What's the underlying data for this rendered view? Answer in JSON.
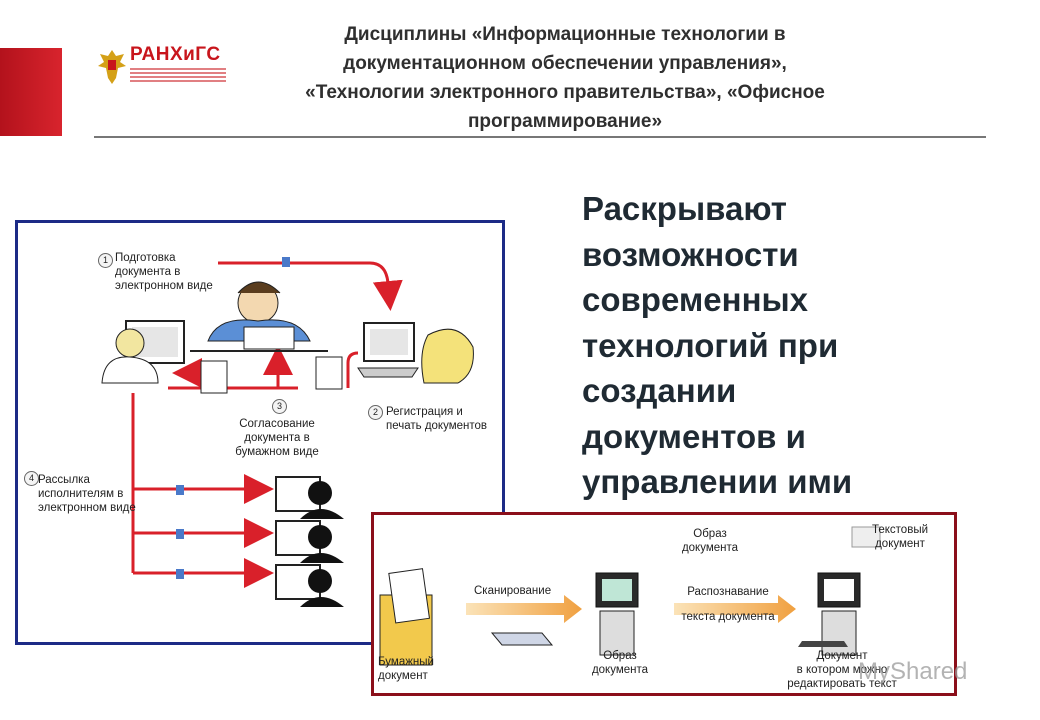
{
  "header": {
    "logo_text": "РАНХиГС",
    "title_lines": [
      "Дисциплины «Информационные технологии в",
      "документационном обеспечении управления»,",
      "«Технологии электронного правительства», «Офисное",
      "программирование»"
    ]
  },
  "main_text": "Раскрывают\nвозможности\nсовременных\nтехнологий при\nсоздании\nдокументов и\nуправлении ими",
  "workflow": {
    "step1": {
      "num": "1",
      "text": [
        "Подготовка",
        "документа в",
        "электронном виде"
      ]
    },
    "step2": {
      "num": "2",
      "text": [
        "Регистрация и",
        "печать документов"
      ]
    },
    "step3": {
      "num": "3",
      "text": [
        "Согласование",
        "документа в",
        "бумажном виде"
      ]
    },
    "step4": {
      "num": "4",
      "text": [
        "Рассылка",
        "исполнителям в",
        "электронном виде"
      ]
    }
  },
  "scan_process": {
    "image_top": [
      "Образ",
      "документа"
    ],
    "text_doc": [
      "Текстовый",
      "документ"
    ],
    "scanning": "Сканирование",
    "recognition": [
      "Распознавание",
      "текста документа"
    ],
    "paper_doc": [
      "Бумажный",
      "документ"
    ],
    "image_bottom": [
      "Образ",
      "документа"
    ],
    "edit_doc": [
      "Документ",
      "в котором можно",
      "редактировать текст"
    ]
  },
  "watermark": "MyShared",
  "colors": {
    "accent_red": "#c8151c",
    "frame_blue": "#1c2a86",
    "frame_red": "#8b0f1a",
    "arrow_red": "#d9202a",
    "arrow_orange": "#f0a040"
  }
}
